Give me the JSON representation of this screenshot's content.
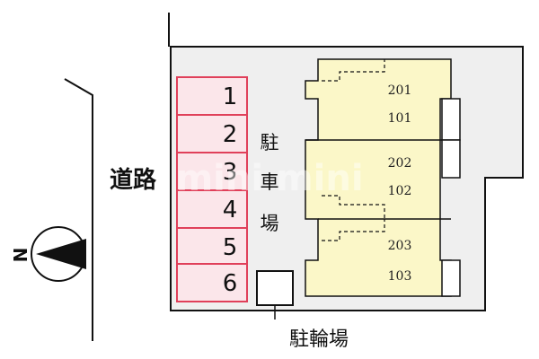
{
  "road": {
    "label": "道路"
  },
  "compass": {
    "north_letter": "N"
  },
  "parking": {
    "label_chars": [
      "駐",
      "車",
      "場"
    ],
    "spaces": [
      "1",
      "2",
      "3",
      "4",
      "5",
      "6"
    ],
    "color_fill": "#fbe6ea",
    "color_stroke": "#e0405a"
  },
  "bike_parking": {
    "label": "駐輪場"
  },
  "building": {
    "color_fill": "#fbf7c8",
    "units": [
      {
        "upper": "201",
        "lower": "101"
      },
      {
        "upper": "202",
        "lower": "102"
      },
      {
        "upper": "203",
        "lower": "103"
      }
    ]
  },
  "watermark": {
    "text": "mini mini"
  },
  "colors": {
    "site": "#efefef",
    "line": "#111111"
  }
}
